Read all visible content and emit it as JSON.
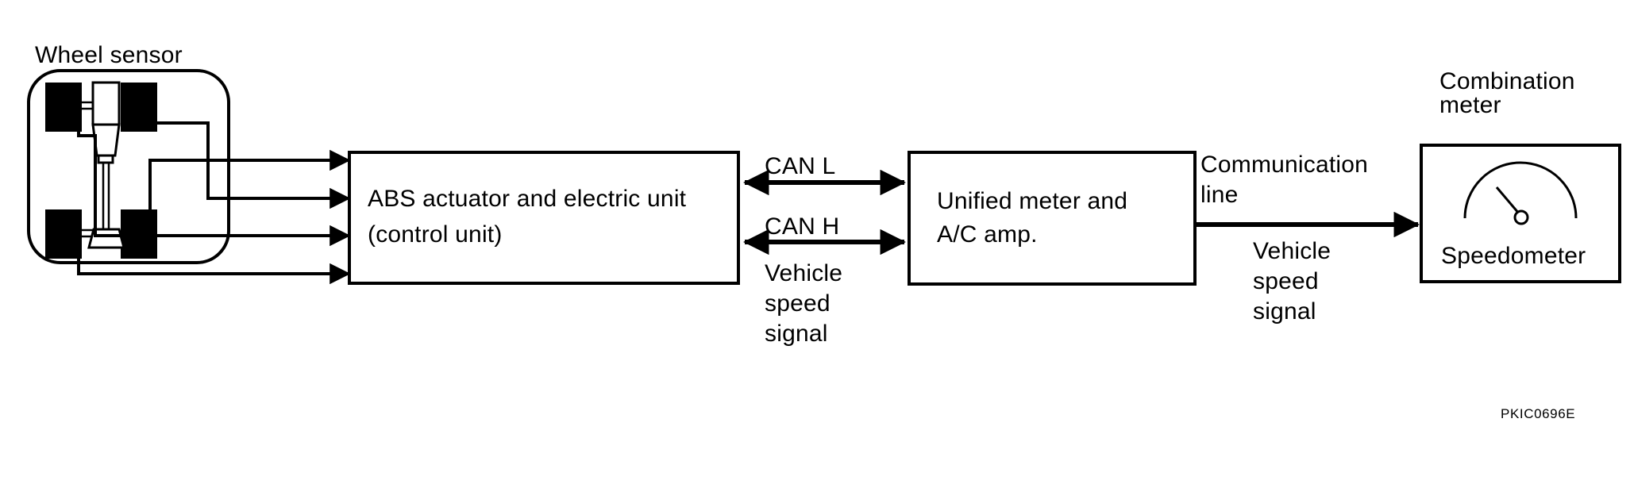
{
  "diagram": {
    "title_code": "PKIC0696E",
    "stroke_color": "#000000",
    "background_color": "#ffffff",
    "nodes": {
      "wheel_sensor": {
        "label": "Wheel sensor",
        "shape": "rounded-rectangle-vehicle-chassis",
        "wheel_count": 4
      },
      "abs_unit": {
        "line1": "ABS actuator and electric unit",
        "line2": "(control unit)"
      },
      "unified_meter": {
        "line1": "Unified meter and",
        "line2": "A/C amp."
      },
      "combination_meter": {
        "caption_line1": "Combination",
        "caption_line2": "meter",
        "inner_label": "Speedometer",
        "gauge_icon": "speedometer-gauge-icon"
      }
    },
    "connections": [
      {
        "name": "wheel-sensor-to-abs",
        "label": "",
        "arrow": "single",
        "count": 4
      },
      {
        "name": "abs-to-unified-meter-can-l",
        "label": "CAN L",
        "arrow": "double"
      },
      {
        "name": "abs-to-unified-meter-can-h",
        "label": "CAN H",
        "arrow": "double"
      },
      {
        "name": "abs-to-unified-meter-vehicle-speed",
        "label_line1": "Vehicle",
        "label_line2": "speed",
        "label_line3": "signal",
        "arrow": "double"
      },
      {
        "name": "unified-meter-to-combination-meter",
        "label_line1": "Communication",
        "label_line2": "line",
        "label_line3": "Vehicle",
        "label_line4": "speed",
        "label_line5": "signal",
        "arrow": "single"
      }
    ]
  }
}
